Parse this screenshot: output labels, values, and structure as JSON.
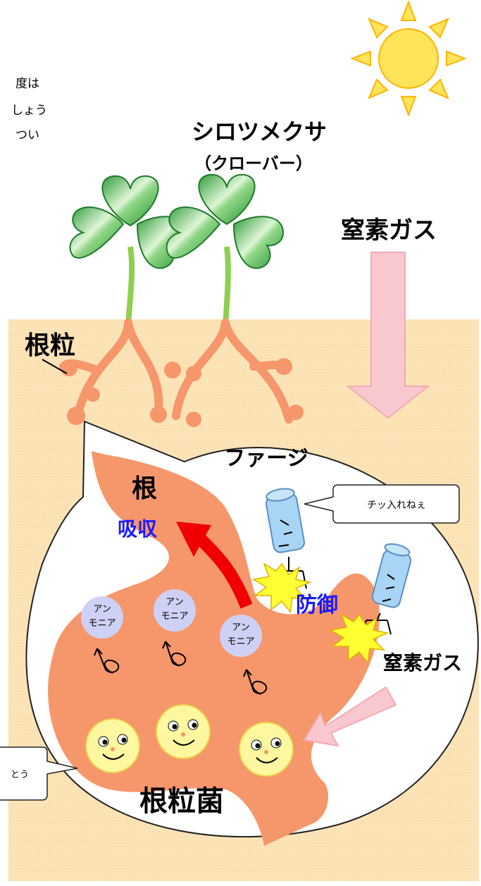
{
  "intro_text": [
    "度は",
    "しょう",
    "つい"
  ],
  "plant": {
    "name": "シロツメクサ",
    "alt_name": "（クローバー）"
  },
  "labels": {
    "nitrogen_gas_top": "窒素ガス",
    "nodule": "根粒",
    "root": "根",
    "phage": "ファージ",
    "absorption": "吸収",
    "defense": "防御",
    "nitrogen_gas_inner": "窒素ガス",
    "rhizobia": "根粒菌"
  },
  "ammonia_labels": [
    [
      "アン",
      "モニア"
    ],
    [
      "アン",
      "モニア"
    ],
    [
      "アン",
      "モニア"
    ]
  ],
  "speech": {
    "phage": "チッ入れねぇ",
    "bacteria": "とう"
  },
  "colors": {
    "soil": "#fce4b8",
    "root": "#f5976b",
    "leaf": "#3cb44a",
    "sun": "#ffe45a",
    "pink_arrow": "#f9c8cf",
    "red_arrow": "#f00000",
    "blue_text": "#1a1aff",
    "ammonia": "#cfd0f5",
    "bacteria": "#fdf7a0",
    "phage_body": "#a8d4f5"
  }
}
